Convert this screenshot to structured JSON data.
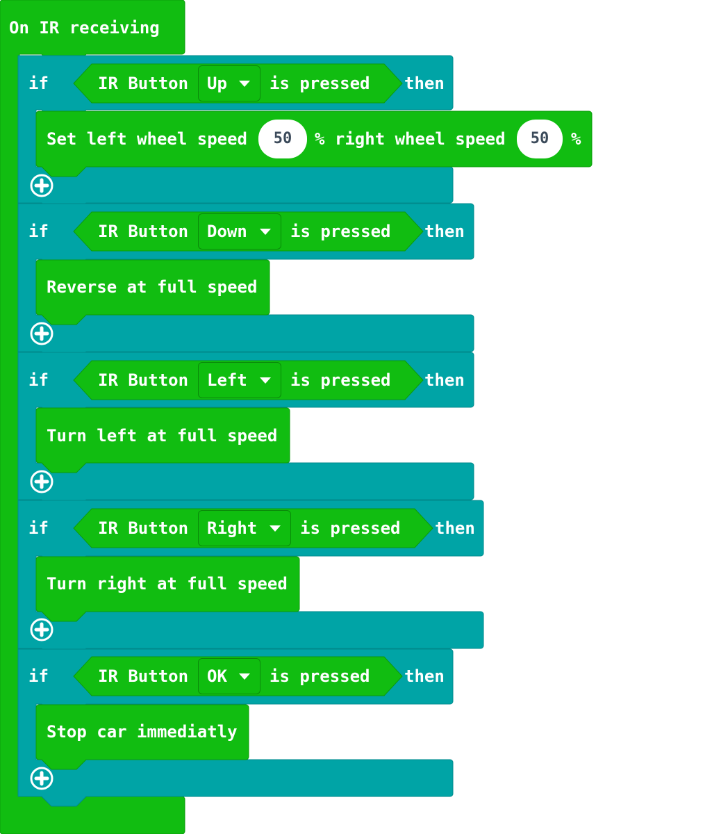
{
  "event_block": {
    "label": "On IR receiving",
    "color": "#11bd11"
  },
  "if_color": "#00a4a6",
  "statement_color": "#11bd11",
  "if_blocks": [
    {
      "if_label": "if",
      "sensor_label": "IR Button",
      "button_value": "Up",
      "pressed_label": "is pressed",
      "then_label": "then",
      "action_text": "Set left wheel speed",
      "left_speed": "50",
      "mid_text": "% right wheel speed",
      "right_speed": "50",
      "end_text": "%"
    },
    {
      "if_label": "if",
      "sensor_label": "IR Button",
      "button_value": "Down",
      "pressed_label": "is pressed",
      "then_label": "then",
      "action_text": "Reverse at full speed"
    },
    {
      "if_label": "if",
      "sensor_label": "IR Button",
      "button_value": "Left",
      "pressed_label": "is pressed",
      "then_label": "then",
      "action_text": "Turn left at full speed"
    },
    {
      "if_label": "if",
      "sensor_label": "IR Button",
      "button_value": "Right",
      "pressed_label": "is pressed",
      "then_label": "then",
      "action_text": "Turn right at full speed"
    },
    {
      "if_label": "if",
      "sensor_label": "IR Button",
      "button_value": "OK",
      "pressed_label": "is pressed",
      "then_label": "then",
      "action_text": "Stop car immediatly"
    }
  ],
  "icons": {
    "dropdown": "caret-down-icon",
    "add": "plus-circle-icon"
  }
}
